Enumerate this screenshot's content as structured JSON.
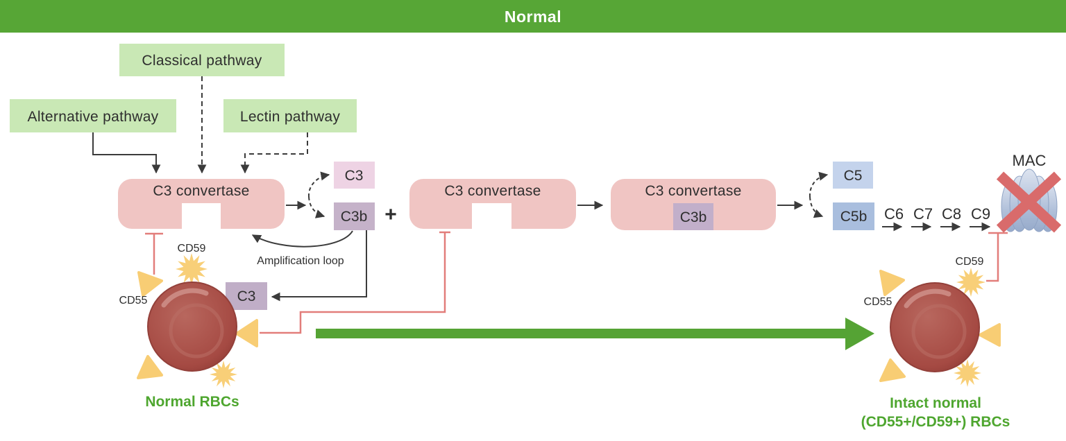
{
  "header": {
    "title": "Normal"
  },
  "pathways": {
    "classical": {
      "label": "Classical pathway"
    },
    "alternative": {
      "label": "Alternative pathway"
    },
    "lectin": {
      "label": "Lectin pathway"
    }
  },
  "cascade": {
    "convertase1": {
      "label": "C3 convertase"
    },
    "convertase2": {
      "label": "C3 convertase"
    },
    "convertase3": {
      "label": "C3 convertase",
      "bound_c3b": "C3b"
    },
    "c3_released": "C3",
    "c3b": "C3b",
    "plus": "+",
    "c3_on_rbc": "C3",
    "amplification_loop": "Amplification loop",
    "c5": "C5",
    "c5b": "C5b",
    "terminal": [
      "C6",
      "C7",
      "C8",
      "C9"
    ],
    "mac": "MAC"
  },
  "left_rbc": {
    "cd59": "CD59",
    "cd55": "CD55",
    "caption": "Normal RBCs"
  },
  "right_rbc": {
    "cd59": "CD59",
    "cd55": "CD55",
    "caption_line1": "Intact normal",
    "caption_line2": "(CD55+/CD59+) RBCs"
  },
  "colors": {
    "header_green": "#57a636",
    "pathway_box_green": "#c9e8b5",
    "convertase_pink": "#f0c5c3",
    "c3_pink": "#eed3e4",
    "c3b_purple": "#c5b2c9",
    "c5_blue": "#c4d3ec",
    "c5b_blue": "#a9bede",
    "label_green": "#4ea62f",
    "inhibition_red": "#e27d7a",
    "mac_cross_red": "#d96b6b",
    "mac_blue": "#b3c2db",
    "rbc_red": "#a84c44",
    "gpi_marker_yellow": "#f8cf78",
    "line_dark": "#3b3b3b"
  }
}
